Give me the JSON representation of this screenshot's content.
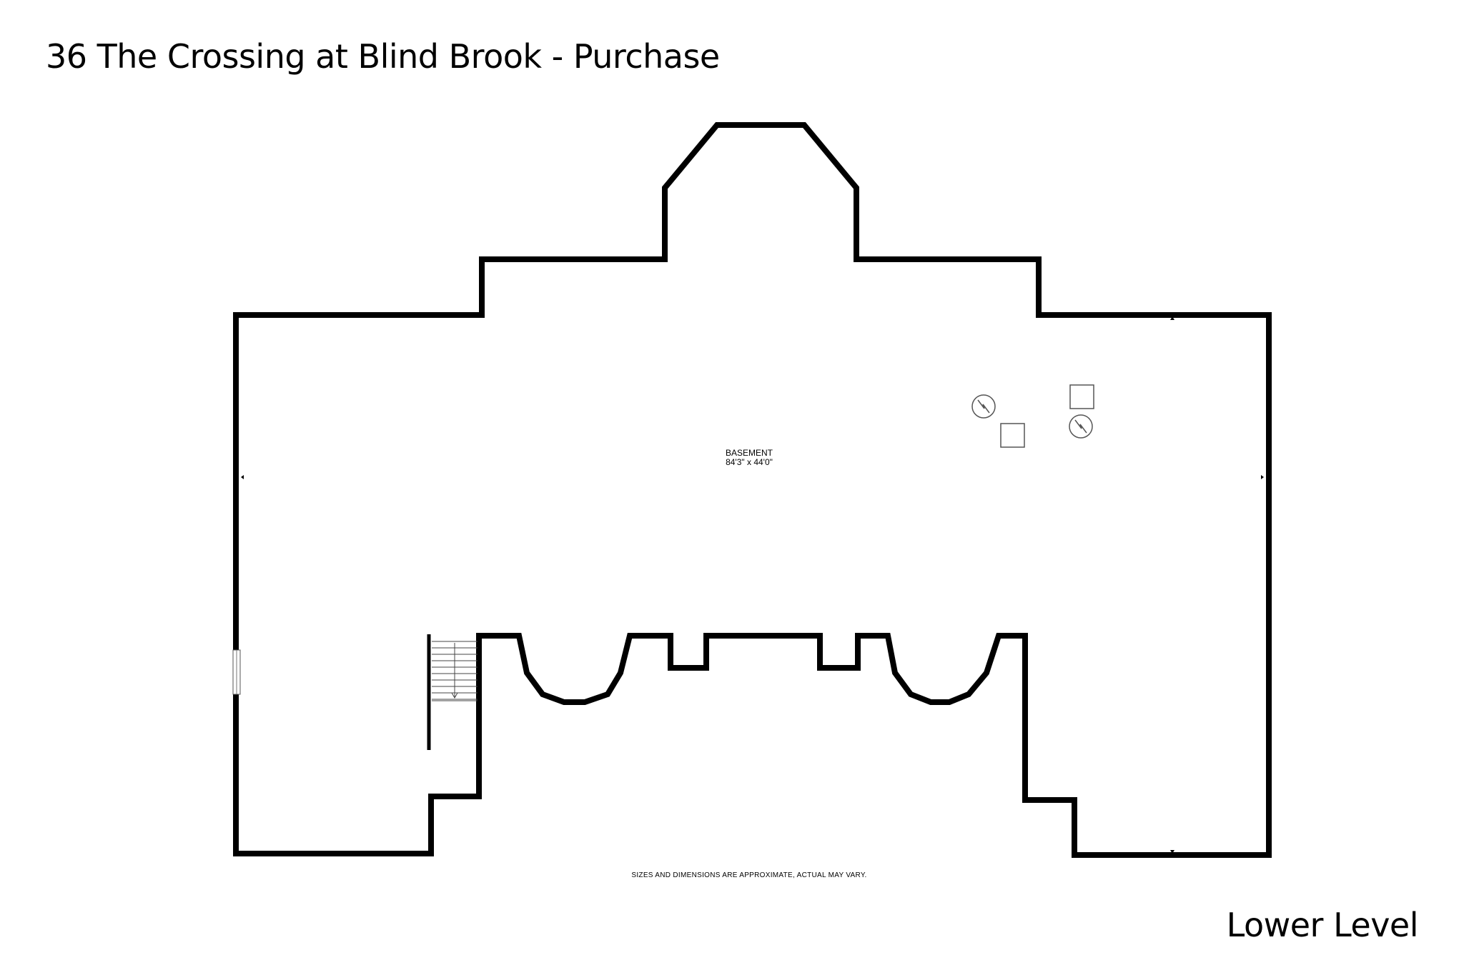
{
  "header": {
    "title": "36 The Crossing at Blind Brook - Purchase"
  },
  "footer": {
    "level": "Lower Level",
    "disclaimer": "SIZES AND DIMENSIONS ARE APPROXIMATE, ACTUAL MAY VARY."
  },
  "rooms": [
    {
      "name": "BASEMENT",
      "dimensions": "84'3\" x 44'0\""
    }
  ],
  "fixtures": [
    {
      "icon": "water-heater-icon"
    },
    {
      "icon": "water-heater-icon"
    },
    {
      "icon": "utility-unit-icon"
    },
    {
      "icon": "utility-unit-icon"
    },
    {
      "icon": "stairs-icon"
    }
  ],
  "colors": {
    "wall": "#000000",
    "background": "#ffffff",
    "fixture": "#555555"
  }
}
